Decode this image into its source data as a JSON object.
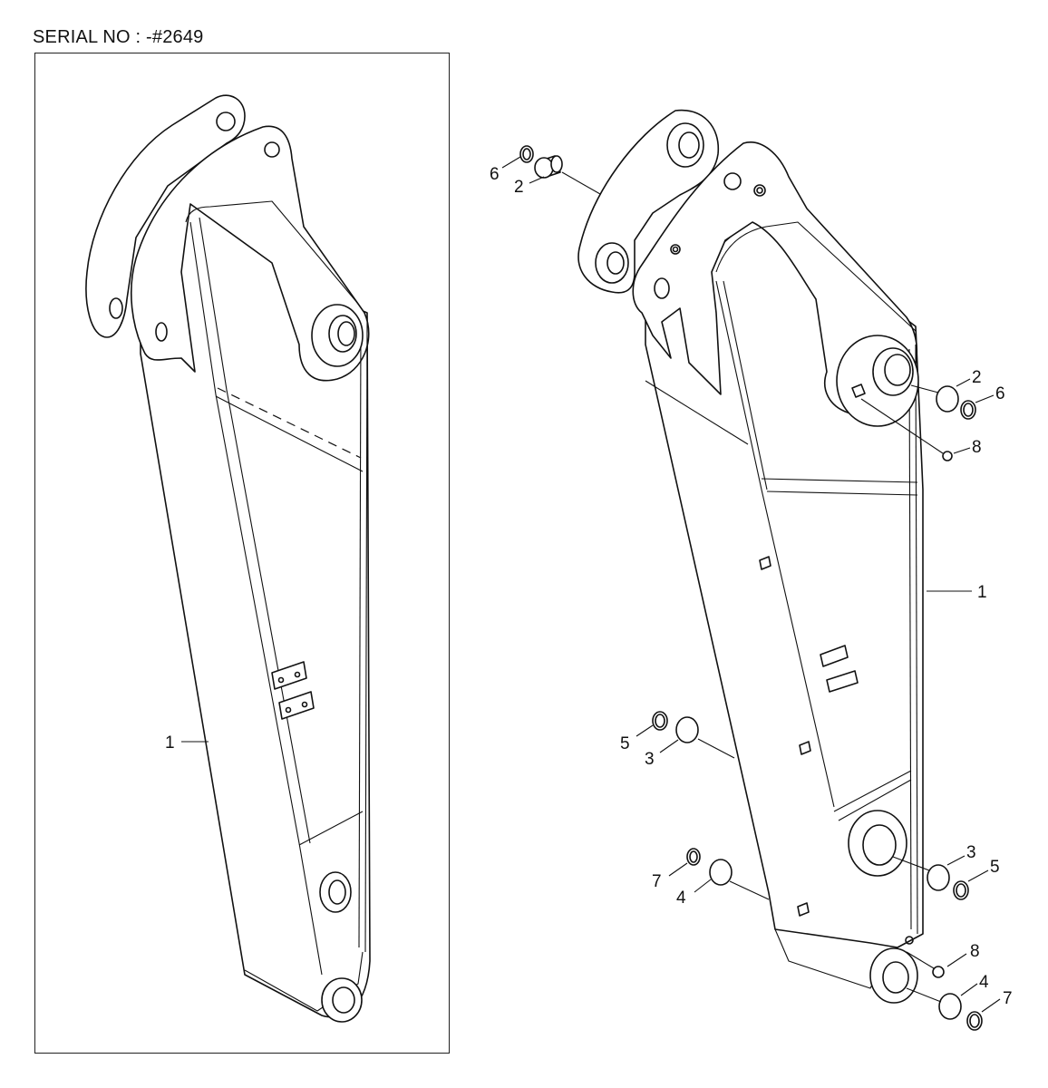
{
  "header": {
    "serial": "SERIAL NO : -#2649"
  },
  "left_view": {
    "callouts": [
      {
        "num": "1"
      }
    ]
  },
  "right_view": {
    "callouts": [
      {
        "num": "6"
      },
      {
        "num": "2"
      },
      {
        "num": "2"
      },
      {
        "num": "6"
      },
      {
        "num": "8"
      },
      {
        "num": "1"
      },
      {
        "num": "5"
      },
      {
        "num": "3"
      },
      {
        "num": "3"
      },
      {
        "num": "5"
      },
      {
        "num": "7"
      },
      {
        "num": "4"
      },
      {
        "num": "8"
      },
      {
        "num": "4"
      },
      {
        "num": "7"
      }
    ]
  }
}
